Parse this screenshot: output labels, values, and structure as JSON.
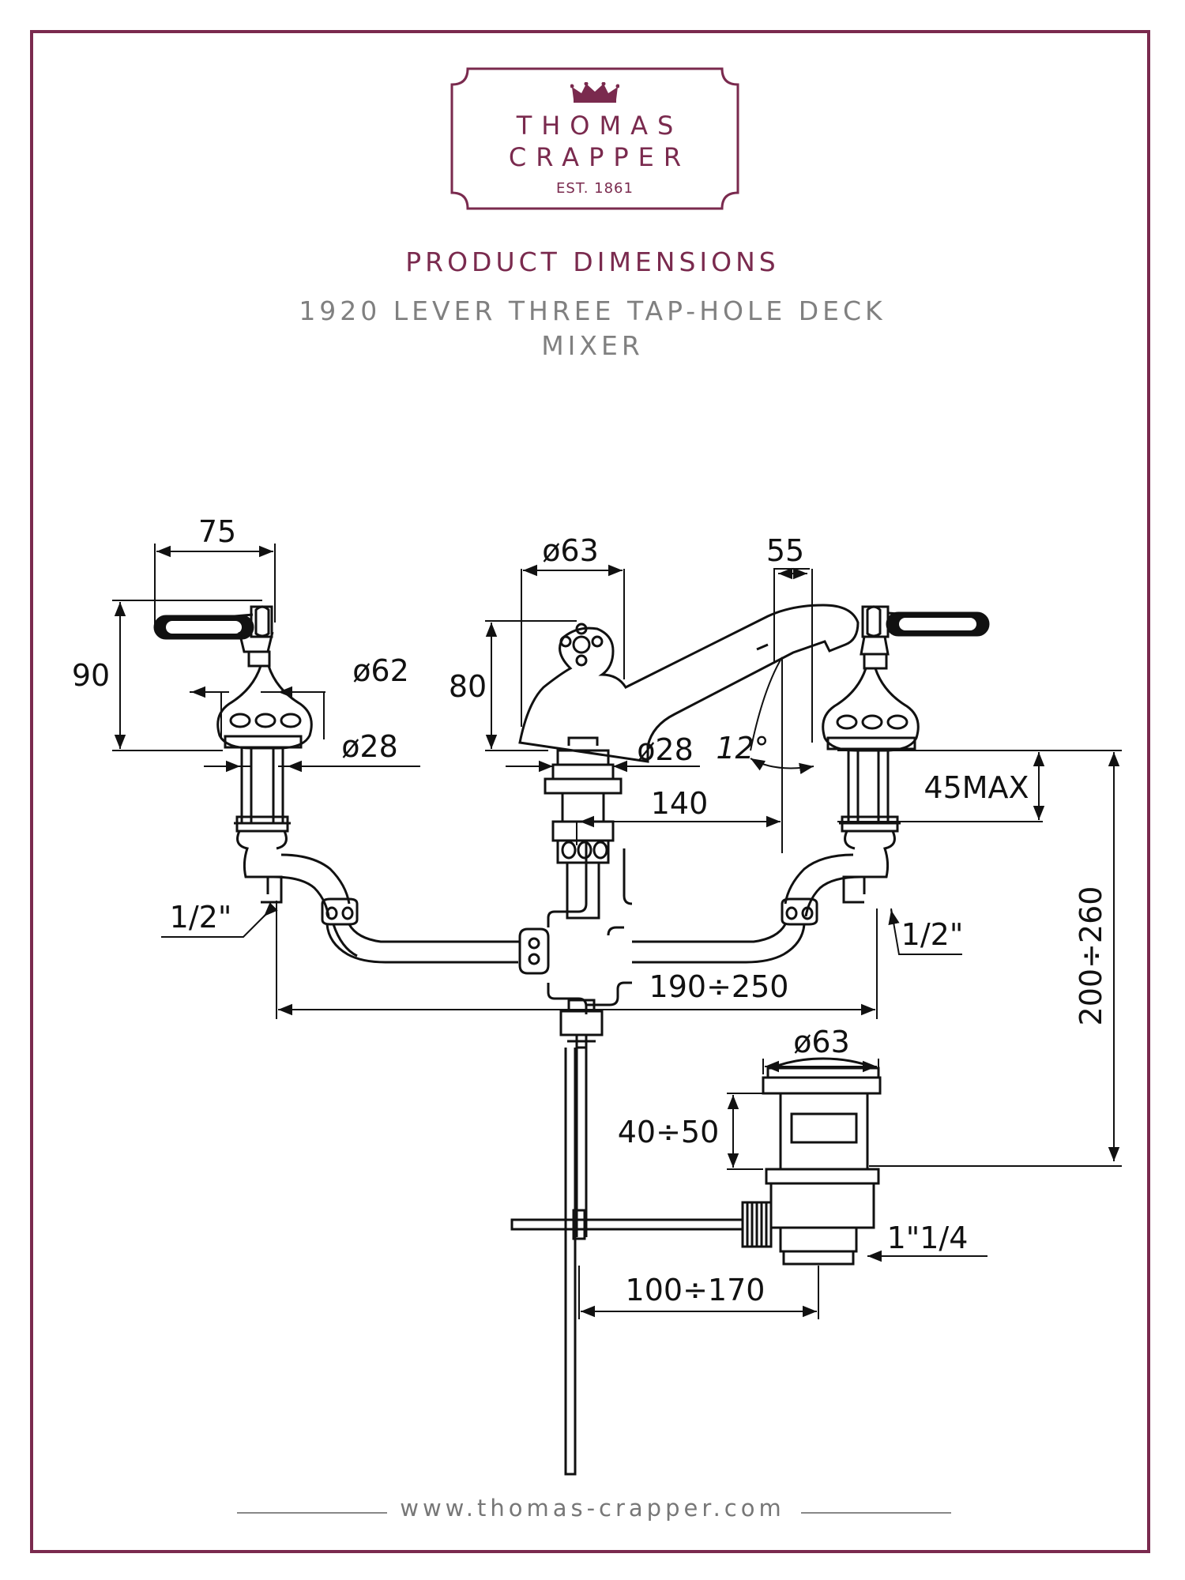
{
  "brand": {
    "line1": "THOMAS",
    "line2": "CRAPPER",
    "established": "EST. 1861",
    "color": "#7a2a4e"
  },
  "heading": "PRODUCT DIMENSIONS",
  "subheading": "1920 LEVER THREE TAP-HOLE DECK MIXER",
  "dimensions": {
    "handle_width": "75",
    "handle_height": "90",
    "valve_diameter": "ø62",
    "shank_diameter_left": "ø28",
    "spout_base_diameter": "ø63",
    "spout_reach": "55",
    "spout_height": "80",
    "shank_diameter_center": "ø28",
    "spout_angle": "12°",
    "spout_projection": "140",
    "max_deck_thickness": "45MAX",
    "inlet_left": "1/2\"",
    "inlet_right": "1/2\"",
    "tap_spacing": "190÷250",
    "overall_depth": "200÷260",
    "waste_diameter": "ø63",
    "waste_height": "40÷50",
    "waste_thread": "1\"1/4",
    "rod_distance": "100÷170"
  },
  "footer": {
    "url": "www.thomas-crapper.com"
  }
}
